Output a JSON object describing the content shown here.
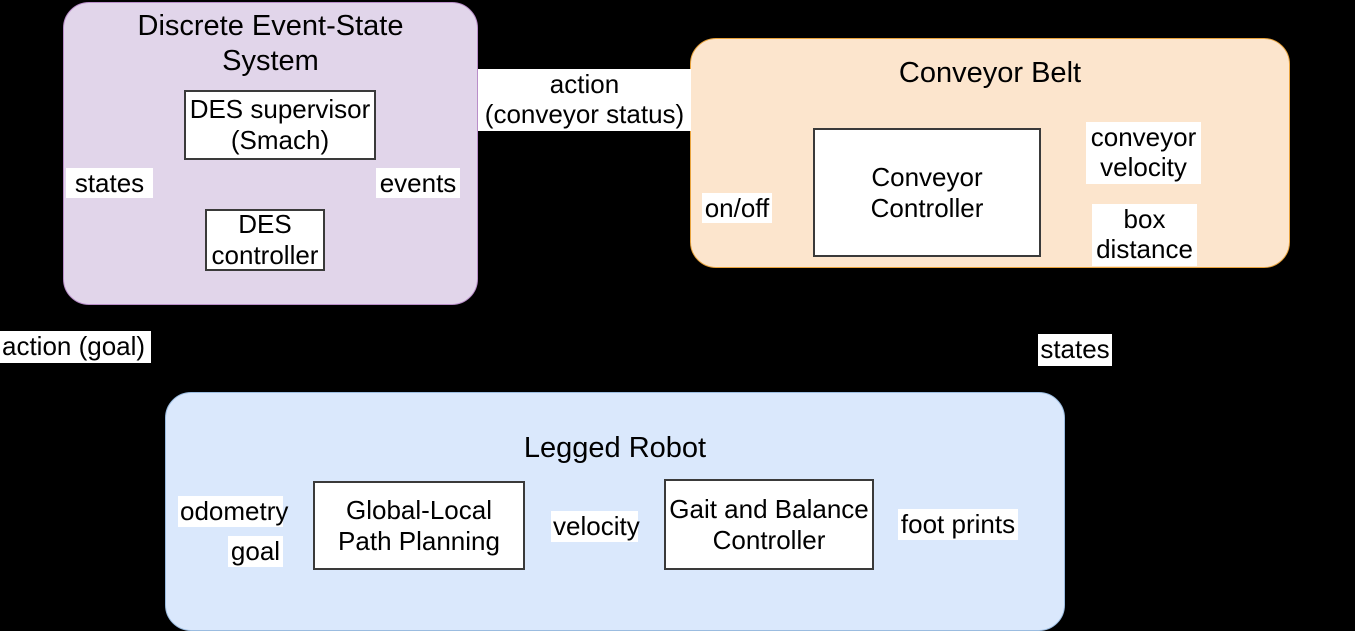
{
  "diagram": {
    "title": "Robotic system architecture block diagram",
    "background_color": "#000000",
    "panels": {
      "des": {
        "title": "Discrete Event-State\nSystem",
        "fill_color": "#e1d5ea",
        "border_color": "#b98ec9",
        "blocks": {
          "supervisor": "DES supervisor\n(Smach)",
          "controller": "DES\ncontroller"
        },
        "signals": {
          "states": "states",
          "events": "events"
        }
      },
      "conveyor": {
        "title": "Conveyor Belt",
        "fill_color": "#fce5cd",
        "border_color": "#e8a33d",
        "blocks": {
          "controller": "Conveyor\nController"
        },
        "signals": {
          "on_off": "on/off",
          "conveyor_velocity": "conveyor\nvelocity",
          "box_distance": "box\ndistance"
        }
      },
      "robot": {
        "title": "Legged Robot",
        "fill_color": "#dae8fc",
        "border_color": "#9bbce0",
        "blocks": {
          "planner": "Global-Local\nPath Planning",
          "gait": "Gait and Balance\nController"
        },
        "signals": {
          "odometry": "odometry",
          "goal": "goal",
          "velocity": "velocity",
          "foot_prints": "foot prints"
        }
      }
    },
    "interconnects": {
      "action_conveyor_status": "action\n(conveyor status)",
      "action_goal": "action (goal)",
      "states": "states"
    }
  }
}
